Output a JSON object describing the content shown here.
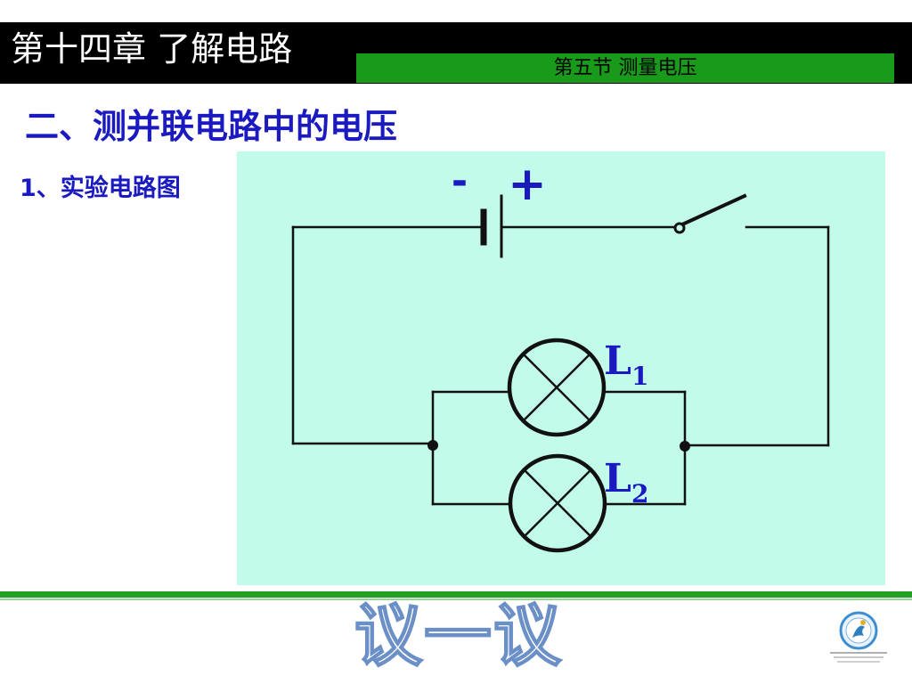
{
  "header": {
    "chapter_title": "第十四章 了解电路",
    "section_title": "第五节 测量电压"
  },
  "main": {
    "heading": "二、测并联电路中的电压",
    "subheading": "1、实验电路图"
  },
  "circuit": {
    "battery_negative": "-",
    "battery_positive": "+",
    "lamp1_letter": "L",
    "lamp1_index": "1",
    "lamp2_letter": "L",
    "lamp2_index": "2"
  },
  "footer": {
    "discuss": "议一议"
  },
  "colors": {
    "header_bg": "#000000",
    "section_bar": "#1a9a1a",
    "heading_blue": "#1a1ac0",
    "panel_bg": "#c2fbe9",
    "bottom_line": "#22a022"
  }
}
